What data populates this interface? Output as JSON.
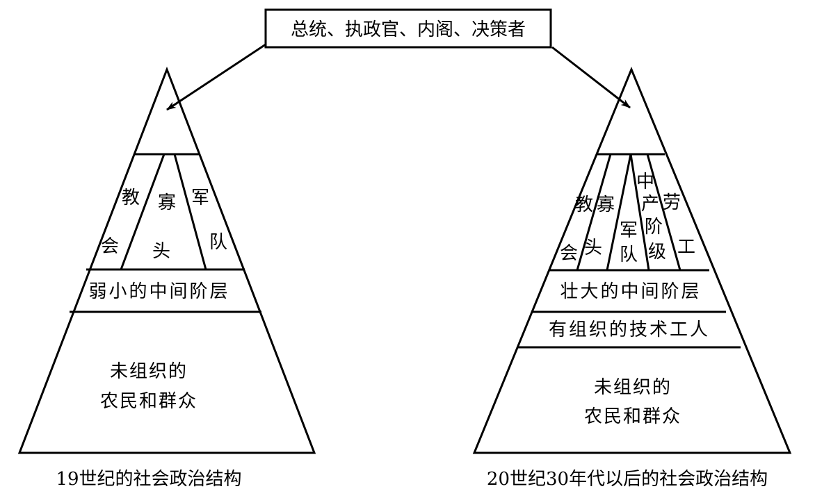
{
  "top_box": "总统、执政官、内阁、决策者",
  "left": {
    "caption": "19世纪的社会政治结构",
    "church": [
      "教",
      "会"
    ],
    "oligarchs": [
      "寡",
      "头"
    ],
    "army": [
      "军",
      "队"
    ],
    "middle": "弱小的中间阶层",
    "base": [
      "未组织的",
      "农民和群众"
    ]
  },
  "right": {
    "caption": "20世纪30年代以后的社会政治结构",
    "church": [
      "教",
      "会"
    ],
    "oligarchs": [
      "寡",
      "头"
    ],
    "army": [
      "军",
      "队"
    ],
    "middle_class": [
      "中",
      "产",
      "阶",
      "级"
    ],
    "labor": [
      "劳",
      "工"
    ],
    "middle": "壮大的中间阶层",
    "workers": "有组织的技术工人",
    "base": [
      "未组织的",
      "农民和群众"
    ]
  }
}
